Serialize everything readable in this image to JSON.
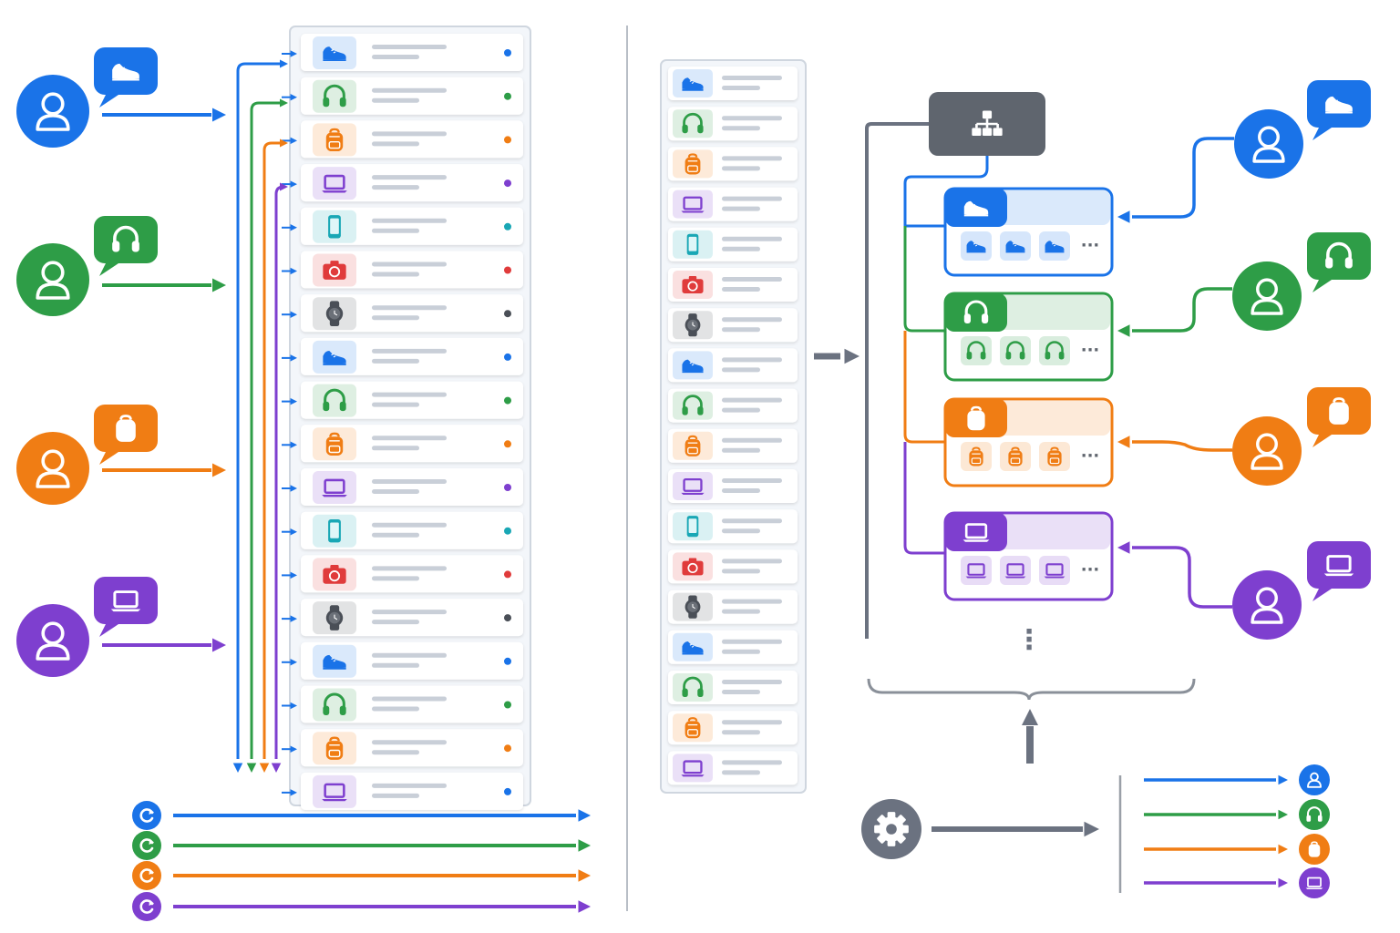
{
  "colors": {
    "blue": "#1a73e8",
    "green": "#2e9d47",
    "orange": "#f07d14",
    "purple": "#7e3fcf",
    "gray": "#6b7280",
    "red": "#e03b3b",
    "teal": "#19a7b5",
    "dark": "#4a4f57"
  },
  "category_cycle": [
    "shoe",
    "headphones",
    "backpack",
    "laptop",
    "phone",
    "camera",
    "watch"
  ],
  "categories": {
    "shoe": {
      "icon": "shoe-icon",
      "color": "blue"
    },
    "headphones": {
      "icon": "headphones-icon",
      "color": "green"
    },
    "backpack": {
      "icon": "backpack-icon",
      "color": "orange"
    },
    "laptop": {
      "icon": "laptop-icon",
      "color": "purple"
    },
    "phone": {
      "icon": "phone-icon",
      "color": "teal"
    },
    "camera": {
      "icon": "camera-icon",
      "color": "red"
    },
    "watch": {
      "icon": "watch-icon",
      "color": "dark"
    }
  },
  "left_users": [
    {
      "category": "shoe"
    },
    {
      "category": "headphones"
    },
    {
      "category": "backpack"
    },
    {
      "category": "laptop"
    }
  ],
  "left_catalog": {
    "item_count": 18,
    "last_item_dot": "blue"
  },
  "refresh_lines": [
    "blue",
    "green",
    "orange",
    "purple"
  ],
  "middle_catalog": {
    "item_count": 18
  },
  "hierarchy": {
    "root_icon": "sitemap-icon",
    "groups": [
      {
        "category": "shoe",
        "children": 3,
        "more": "···"
      },
      {
        "category": "headphones",
        "children": 3,
        "more": "···"
      },
      {
        "category": "backpack",
        "children": 3,
        "more": "···"
      },
      {
        "category": "laptop",
        "children": 3,
        "more": "···"
      }
    ],
    "vertical_more": "⋮"
  },
  "right_users": [
    {
      "category": "shoe"
    },
    {
      "category": "headphones"
    },
    {
      "category": "backpack"
    },
    {
      "category": "laptop"
    }
  ],
  "engine": {
    "icon": "gear-icon",
    "outputs": [
      {
        "icon": "user-icon",
        "color": "blue"
      },
      {
        "icon": "headphones-icon",
        "color": "green"
      },
      {
        "icon": "backpack-icon",
        "color": "orange"
      },
      {
        "icon": "laptop-icon",
        "color": "purple"
      }
    ]
  }
}
